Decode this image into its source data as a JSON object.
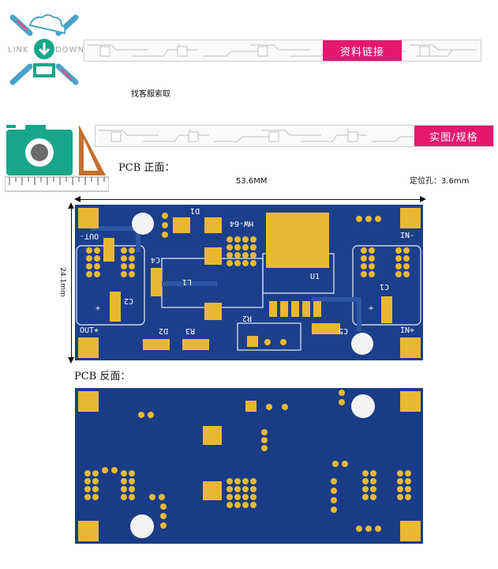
{
  "logo": {
    "text_left": "LINK",
    "text_right": "DOWN",
    "alt_icon": "download-cloud-chain-icon"
  },
  "banner1": {
    "highlight": "资料链接"
  },
  "service_text": "找客服索取",
  "banner2": {
    "highlight": "实图/规格"
  },
  "camera_icon": "camera-ruler-icon",
  "front": {
    "title": "PCB 正面：",
    "width_label": "53.6MM",
    "height_label": "24.1mm",
    "hole_label": "定位孔：3.6mm",
    "silk": {
      "out_minus": "OUT-",
      "out_plus": "OUT+",
      "in_minus": "IN-",
      "in_plus": "IN+",
      "c4": "C4",
      "l1": "L1",
      "c2": "C2",
      "d1": "D1",
      "hw": "HW-64",
      "u1": "U1",
      "c1": "C1",
      "r2": "R2",
      "d2": "D2",
      "r3": "R3",
      "c5": "C5",
      "plus": "+"
    }
  },
  "back": {
    "title": "PCB 反面："
  },
  "colors": {
    "accent": "#e4186f",
    "pcb": "#1c3f8c",
    "pad": "#e9b832",
    "teal": "#17a689"
  }
}
